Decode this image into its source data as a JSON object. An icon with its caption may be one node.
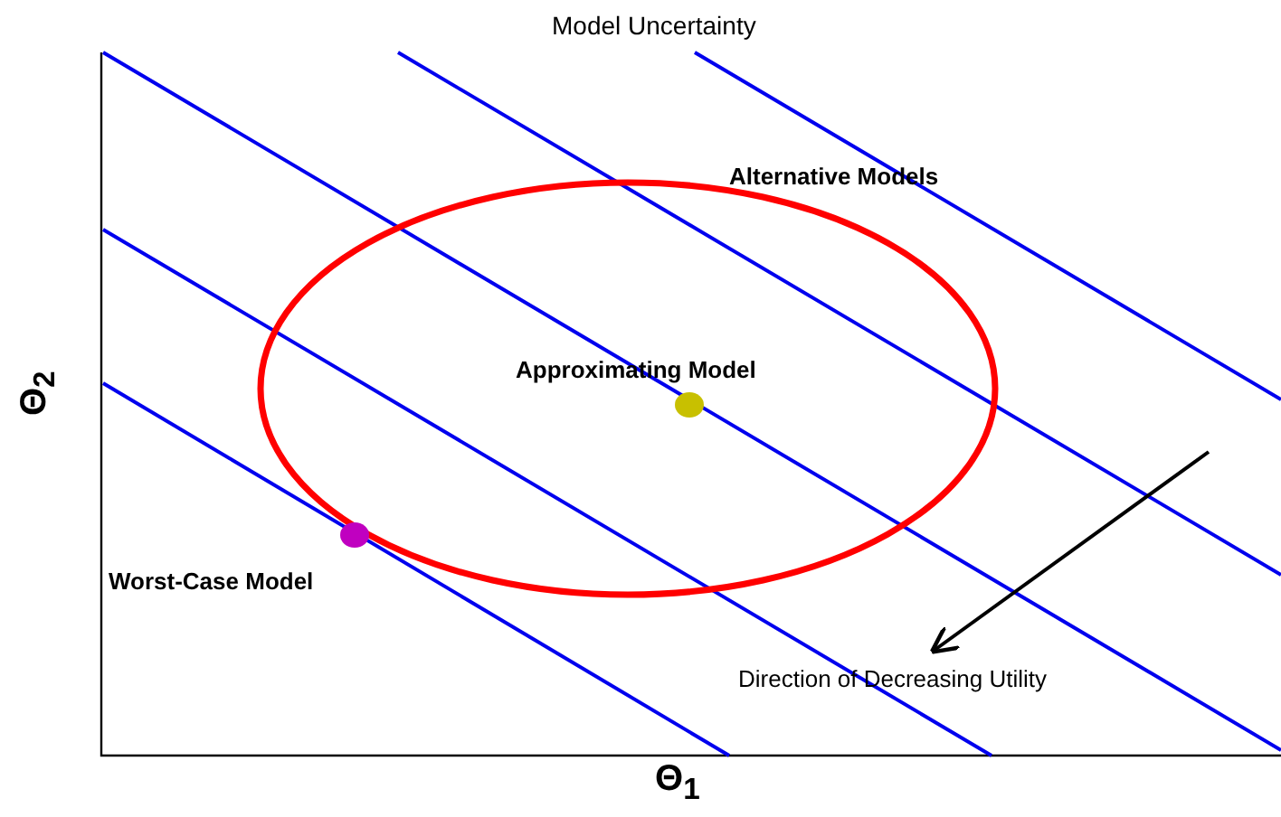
{
  "diagram": {
    "title": "Model Uncertainty",
    "labels": [
      "Alternative Models",
      "Approximating Model",
      "Worst-Case Model",
      "Direction of Decreasing Utility",
      "Θ$_{1}$",
      "Θ$_{2}$"
    ]
  }
}
